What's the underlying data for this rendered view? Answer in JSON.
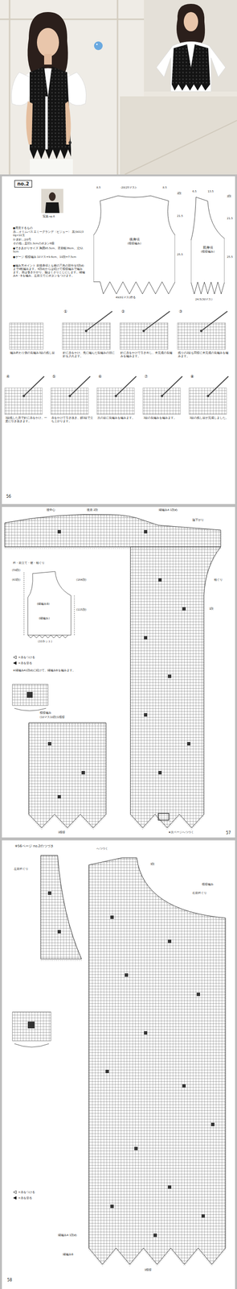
{
  "diagram": {
    "nodes": [
      {
        "text": [
          "no.2"
        ]
      },
      {
        "text": [
          "後身頃",
          "(模様編み)"
        ]
      },
      {
        "text": [
          "前身頃",
          "(模様編み)"
        ]
      }
    ],
    "labels": [
      "写真→p.6",
      "●用意するもの",
      "糸…オリムパス エミーグランデ〈ビジュー〉 黒(901)30g×10玉",
      "かぎ針…2/0号",
      "その他…直径1.3cmのボタン6個",
      "●できあがりサイズ 胸囲95.5cm、背肩幅36cm、丈52.5cm",
      "●ゲージ 模様編み 10マス=9.6cm、10段=7.5cm",
      "●編み方ポイント 前後身頃とも裾の三角の部分を5段めまで8枚編みます。6段めからは続けて模様編みで編みます。肩は巻きかがり、脇はくさりとじにします。縁編みA・Bを編み、左前立てにボタンをつけます。",
      "8.5",
      "-20(25マス)-",
      "8.5",
      "2段",
      "21.5",
      "25.5",
      "(-10マス)",
      "(-10マス)",
      "8(10マス)",
      "49(61マス)作る",
      "6.5",
      "13.5",
      "2段",
      "21.5",
      "25.5",
      "24.5(30マス)",
      "編み終わり側の長編み3目の残し目",
      "①",
      "針に糸をかけ、先に編んだ長編みの頭に針を入れます。",
      "②",
      "針に糸をかけて引き出し、未完成の長編みを編みます。",
      "③",
      "残りの2目も同様に未完成の長編みを編みます。",
      "④",
      "3目残した所で針に糸をかけ、一度に引き抜きます。",
      "⑤",
      "糸をかけて引き抜き、鎖3目で立ち上がります。",
      "⑥",
      "次の目に長編みを編みます。",
      "⑦",
      "3目の長編みを編みます。",
      "⑧",
      "3目の残し目が完成しました。",
      "56",
      "後中心",
      "後肩 2段",
      "縁編みA 1段め",
      "脇下がり",
      "袖ぐり",
      "1段",
      "衿・前立て・裾・袖ぐり",
      "(59段)",
      "(63段)",
      "(164段)",
      "(115段)",
      "(縁編みB)",
      "(縁編み)",
      "(33ネット)",
      "※縁編みA1段めに続けて、縁編みBを編みます。",
      "模様編み",
      "(10マス10段)1模様",
      "1模様",
      "★次ページへつづく",
      "57",
      "※56ページ no.2のつづき",
      "へつづく",
      "左前衿ぐり",
      "3段",
      "右前衿ぐり",
      "模様編み",
      "縁編みA 1段め",
      "縁編みB",
      "1模様",
      "58"
    ],
    "legend": [
      {
        "text": "=糸をつける"
      },
      {
        "text": "=糸を切る"
      },
      {
        "text": "=糸をつける"
      },
      {
        "text": "=糸を切る"
      }
    ]
  }
}
